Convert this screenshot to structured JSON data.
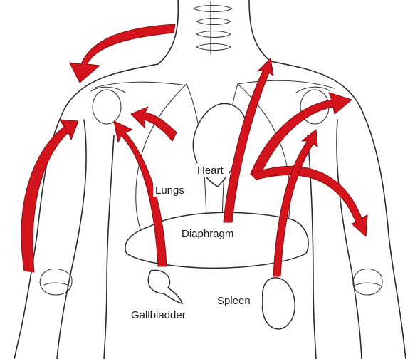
{
  "labels": {
    "heart": "Heart",
    "lungs": "Lungs",
    "diaphragm": "Diaphragm",
    "spleen": "Spleen",
    "gallbladder": "Gallbladder"
  },
  "colors": {
    "arrow": "#d3141c",
    "outline": "#2b2b2b",
    "background": "#ffffff"
  }
}
